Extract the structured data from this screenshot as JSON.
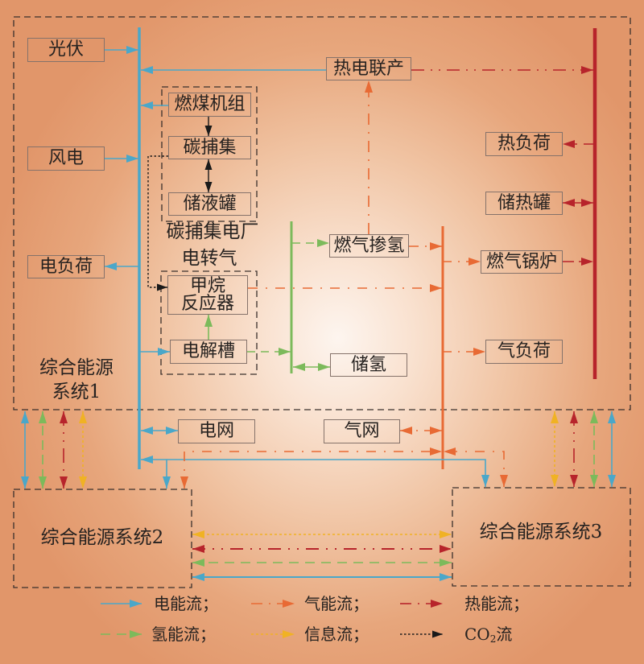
{
  "diagram": {
    "system1": {
      "label_line1": "综合能源",
      "label_line2": "系统1"
    },
    "system2": {
      "label": "综合能源系统2"
    },
    "system3": {
      "label": "综合能源系统3"
    },
    "groups": {
      "carbon_capture_plant": "碳捕集电厂",
      "power_to_gas": "电转气"
    },
    "nodes": {
      "pv": "光伏",
      "wind": "风电",
      "electric_load": "电负荷",
      "coal_unit": "燃煤机组",
      "carbon_capture": "碳捕集",
      "liquid_tank": "储液罐",
      "methane_reactor_line1": "甲烷",
      "methane_reactor_line2": "反应器",
      "electrolyzer": "电解槽",
      "chp": "热电联产",
      "hydrogen_blending": "燃气掺氢",
      "hydrogen_storage": "储氢",
      "heat_load": "热负荷",
      "heat_storage": "储热罐",
      "gas_boiler": "燃气锅炉",
      "gas_load": "气负荷",
      "power_grid": "电网",
      "gas_grid": "气网"
    }
  },
  "legend": [
    {
      "label": "电能流；",
      "color": "#4aa7c9",
      "style": "solid"
    },
    {
      "label": "气能流；",
      "color": "#e86a34",
      "style": "dash-dot"
    },
    {
      "label": "热能流；",
      "color": "#b7242b",
      "style": "dash-dot"
    },
    {
      "label": "氢能流；",
      "color": "#7cba5b",
      "style": "dashed"
    },
    {
      "label": "信息流；",
      "color": "#f0b224",
      "style": "dotted"
    },
    {
      "label_prefix": "CO",
      "label_sub": "2",
      "label_suffix": "流",
      "color": "#1a1a1a",
      "style": "dotted"
    }
  ],
  "colors": {
    "electric": "#4aa7c9",
    "gas": "#e86a34",
    "heat": "#b7242b",
    "hydrogen": "#7cba5b",
    "info": "#f0b224",
    "co2": "#1a1a1a",
    "box_border": "#85726a",
    "group_border": "#3a302c"
  }
}
